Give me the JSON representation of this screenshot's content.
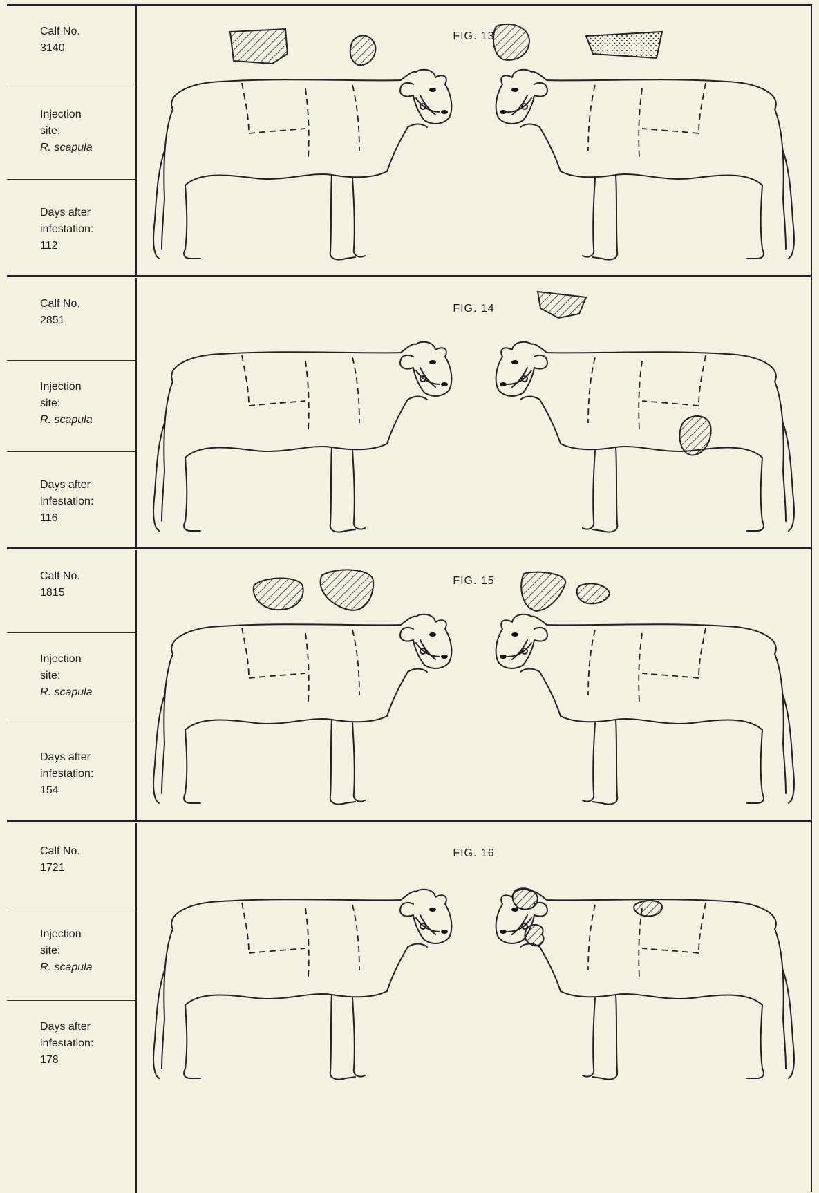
{
  "figures": [
    {
      "fig": "FIG. 13",
      "calf_label": "Calf No.",
      "calf_no": "3140",
      "inj_label1": "Injection",
      "inj_label2": "site:",
      "inj_site": "R. scapula",
      "days_label1": "Days after",
      "days_label2": "infestation:",
      "days": "112"
    },
    {
      "fig": "FIG. 14",
      "calf_label": "Calf No.",
      "calf_no": "2851",
      "inj_label1": "Injection",
      "inj_label2": "site:",
      "inj_site": "R. scapula",
      "days_label1": "Days after",
      "days_label2": "infestation:",
      "days": "116"
    },
    {
      "fig": "FIG. 15",
      "calf_label": "Calf No.",
      "calf_no": "1815",
      "inj_label1": "Injection",
      "inj_label2": "site:",
      "inj_site": "R. scapula",
      "days_label1": "Days after",
      "days_label2": "infestation:",
      "days": "154"
    },
    {
      "fig": "FIG. 16",
      "calf_label": "Calf No.",
      "calf_no": "1721",
      "inj_label1": "Injection",
      "inj_label2": "site:",
      "inj_site": "R. scapula",
      "days_label1": "Days after",
      "days_label2": "infestation:",
      "days": "178"
    }
  ]
}
